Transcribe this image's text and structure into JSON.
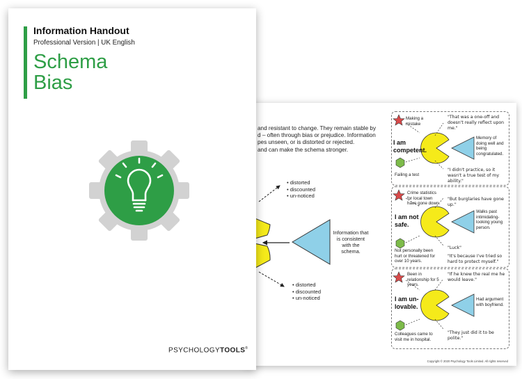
{
  "back_page": {
    "intro_lines": [
      "and resistant to change. They remain stable by",
      "d – often through bias or prejudice. Information",
      "pes unseen, or is distorted or rejected.",
      "and can make the schema stronger."
    ],
    "top_bullets": [
      "distorted",
      "discounted",
      "un-noticed"
    ],
    "bottom_bullets": [
      "distorted",
      "discounted",
      "un-noticed"
    ],
    "consistent_label": "Information that is consistent with the schema.",
    "examples": [
      {
        "belief": "I am competent.",
        "top_label": "Making a mistake",
        "bottom_label": "Failing a test",
        "quote_top": "\"That was a one-off and doesn't really reflect upon me.\"",
        "side_label": "Memory of doing well and being congratulated.",
        "quote_bottom": "\"I didn't practice, so it wasn't a true test of my ability.\""
      },
      {
        "belief": "I am not safe.",
        "top_label": "Crime statistics for local town have gone down.",
        "bottom_label": "Not personally been hurt or threatened for over 10 years.",
        "quote_top": "\"But burglaries have gone up.\"",
        "side_label": "Walks past intimidating-looking young person.",
        "quote_luck": "\"Luck\"",
        "quote_bottom": "\"It's because I've tried so hard to protect myself.\""
      },
      {
        "belief": "I am un-lovable.",
        "top_label": "Been in relationship for 5 years.",
        "bottom_label": "Colleagues came to visit me in hospital.",
        "quote_top": "\"If he knew the real me he would leave.\"",
        "side_label": "Had argument with boyfriend.",
        "quote_bottom": "\"They just did it to be polite.\""
      }
    ],
    "copyright": "Copyright © 2020 Psychology Tools Limited. All rights reserved"
  },
  "front_page": {
    "title": "Information Handout",
    "subtitle": "Professional Version | UK English",
    "heading_line1": "Schema",
    "heading_line2": "Bias",
    "logo_part1": "PSYCHOLOGY",
    "logo_part2": "TOOLS",
    "logo_mark": "®"
  },
  "colors": {
    "green": "#2e9e46",
    "gear_grey": "#d2d2d2",
    "yellow": "#f5ea1a",
    "blue": "#8fd0e8",
    "star_red": "#d94a4a",
    "hex_green": "#7dbb4a"
  },
  "icons": [
    "lightbulb-icon",
    "gear-icon",
    "star-icon",
    "hexagon-icon",
    "arrow-icon"
  ]
}
